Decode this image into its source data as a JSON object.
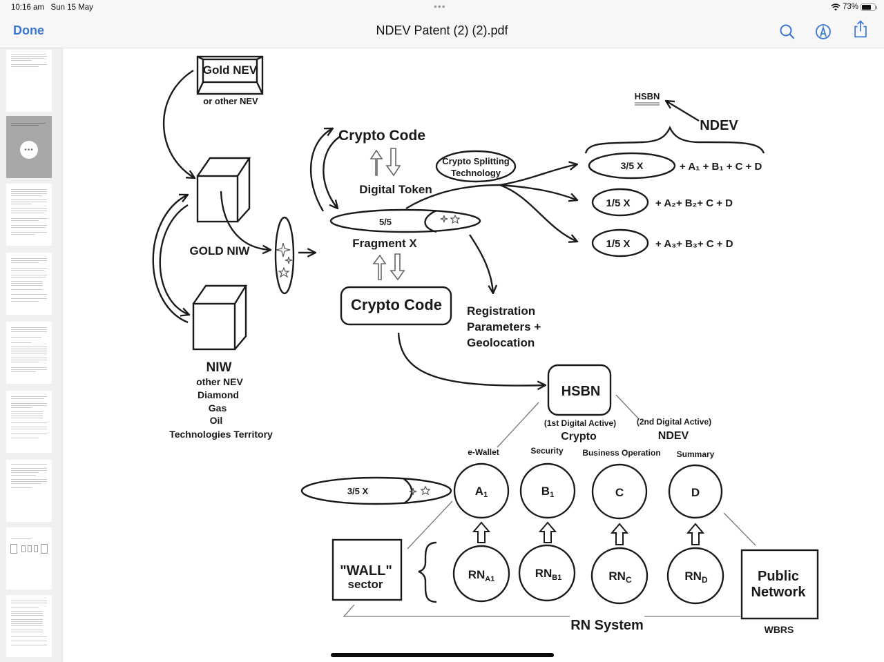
{
  "status_bar": {
    "time": "10:16 am",
    "date": "Sun 15 May",
    "battery_percent": "73%",
    "battery_level": 0.73
  },
  "nav": {
    "done_label": "Done",
    "title": "NDEV Patent (2) (2).pdf",
    "icons": [
      "search-icon",
      "markup-icon",
      "share-icon"
    ]
  },
  "sidebar": {
    "selected_page": 2,
    "page_count": 9
  },
  "diagram": {
    "gold_nev": "Gold NEV",
    "other_nev": "or other NEV",
    "gold_niw": "GOLD NIW",
    "niw_title": "NIW",
    "niw_list": [
      "other NEV",
      "Diamond",
      "Gas",
      "Oil",
      "Technologies Territory"
    ],
    "crypto_code_top": "Crypto Code",
    "digital_token": "Digital Token",
    "fragment_fraction": "5/5",
    "fragment_label": "Fragment X",
    "crypto_splitting_1": "Crypto Splitting",
    "crypto_splitting_2": "Technology",
    "crypto_code_box": "Crypto Code",
    "registration_1": "Registration",
    "registration_2": "Parameters +",
    "registration_3": "Geolocation",
    "hsbn_small": "HSBN",
    "ndev_label": "NDEV",
    "splits": [
      {
        "fraction": "3/5 X",
        "formula": "+ A₁ + B₁ + C + D"
      },
      {
        "fraction": "1/5 X",
        "formula": "+ A₂+ B₂+ C + D"
      },
      {
        "fraction": "1/5 X",
        "formula": "+ A₃+ B₃+ C + D"
      }
    ],
    "hsbn_box": "HSBN",
    "first_active": "(1st Digital Active)",
    "first_active_name": "Crypto",
    "second_active": "(2nd Digital Active)",
    "second_active_name": "NDEV",
    "fragment_small": "3/5 X",
    "nodes": [
      {
        "category": "e-Wallet",
        "label": "A",
        "sub": "1",
        "rn": "RN",
        "rn_sub": "A1"
      },
      {
        "category": "Security",
        "label": "B",
        "sub": "1",
        "rn": "RN",
        "rn_sub": "B1"
      },
      {
        "category": "Business Operation",
        "label": "C",
        "sub": "",
        "rn": "RN",
        "rn_sub": "C"
      },
      {
        "category": "Summary",
        "label": "D",
        "sub": "",
        "rn": "RN",
        "rn_sub": "D"
      }
    ],
    "wall_1": "\"WALL\"",
    "wall_2": "sector",
    "rn_system": "RN System",
    "public_1": "Public",
    "public_2": "Network",
    "wbrs": "WBRS"
  },
  "colors": {
    "accent": "#3a78d4",
    "ink": "#1a1a1a"
  }
}
